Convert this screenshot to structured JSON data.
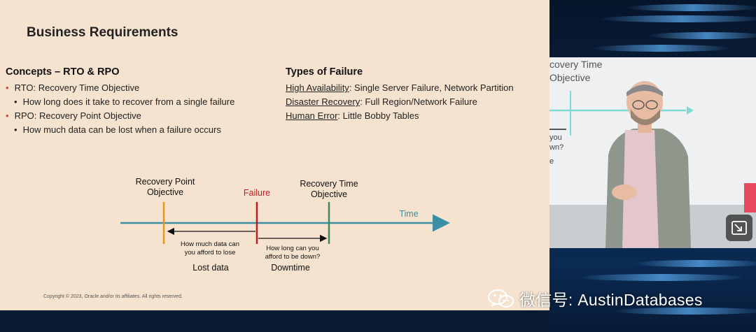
{
  "slide": {
    "title": "Business Requirements",
    "concepts": {
      "heading": "Concepts – RTO & RPO",
      "items": [
        {
          "text": "RTO: Recovery Time Objective",
          "sub": "How long does it take to recover from a single failure"
        },
        {
          "text": "RPO: Recovery Point Objective",
          "sub": "How much data can be lost when a failure occurs"
        }
      ]
    },
    "failures": {
      "heading": "Types of Failure",
      "items": [
        {
          "term": "High Availability",
          "desc": ": Single Server Failure, Network Partition"
        },
        {
          "term": "Disaster Recovery",
          "desc": ": Full Region/Network Failure"
        },
        {
          "term": "Human Error",
          "desc": ": Little Bobby Tables"
        }
      ]
    },
    "diagram": {
      "rpo_label_line1": "Recovery Point",
      "rpo_label_line2": "Objective",
      "failure_label": "Failure",
      "rto_label_line1": "Recovery Time",
      "rto_label_line2": "Objective",
      "time_label": "Time",
      "lost_question_line1": "How much data can",
      "lost_question_line2": "you afford to lose",
      "lost_label": "Lost data",
      "down_question_line1": "How long can you",
      "down_question_line2": "afford to be down?",
      "down_label": "Downtime",
      "colors": {
        "timeline": "#3b8ea5",
        "rpo": "#e8951e",
        "failure": "#b81d24",
        "rto": "#3b8a58"
      }
    },
    "copyright": "Copyright © 2023, Oracle and/or its affiliates. All rights reserved."
  },
  "camera": {
    "visible_slide_text_line1": "covery Time",
    "visible_slide_text_line2": "Objective",
    "visible_frag_1": "you",
    "visible_frag_2": "wn?",
    "visible_frag_3": "e"
  },
  "watermark": {
    "text": "微信号: AustinDatabases",
    "icon": "wechat-icon"
  },
  "controls": {
    "pip_icon": "picture-in-picture-icon"
  }
}
